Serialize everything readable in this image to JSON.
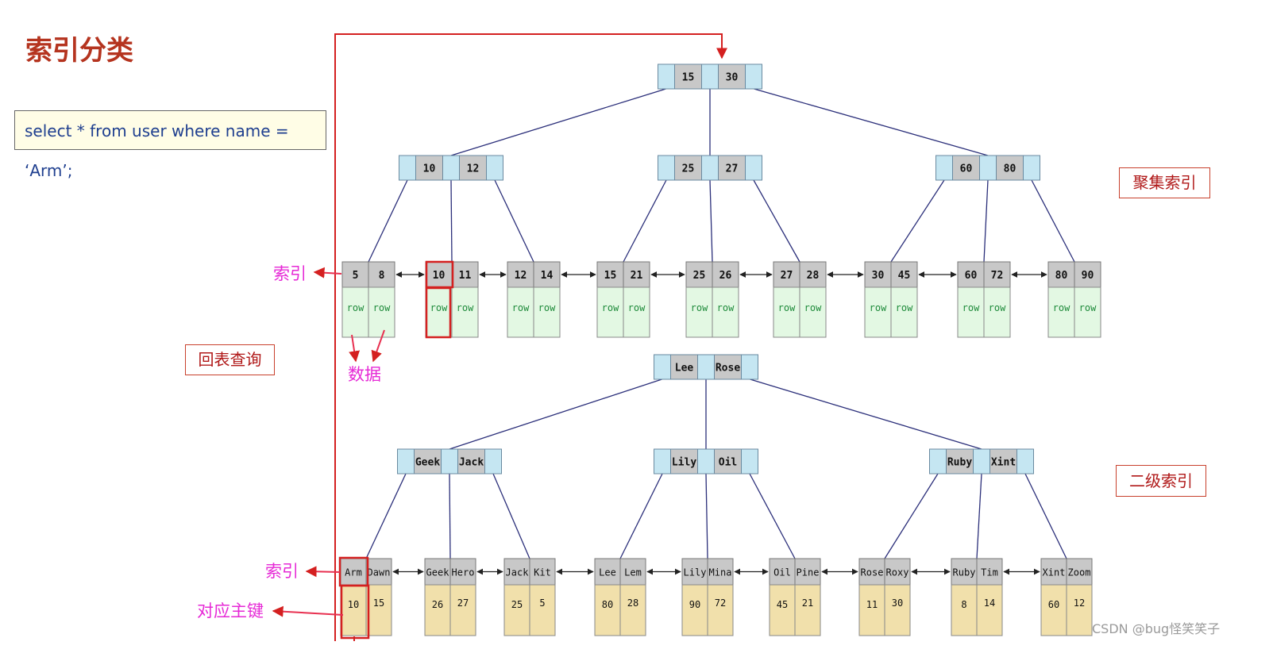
{
  "title": "索引分类",
  "query": "select * from user where name = ‘Arm’;",
  "labels": {
    "clustered": "聚集索引",
    "secondary": "二级索引",
    "lookup": "回表查询",
    "index_top": "索引",
    "data": "数据",
    "index_bottom": "索引",
    "primary_key": "对应主键"
  },
  "row_text": "row",
  "clustered_index": {
    "root": [
      "15",
      "30"
    ],
    "internal": [
      [
        "10",
        "12"
      ],
      [
        "25",
        "27"
      ],
      [
        "60",
        "80"
      ]
    ],
    "leaves": [
      [
        "5",
        "8"
      ],
      [
        "10",
        "11"
      ],
      [
        "12",
        "14"
      ],
      [
        "15",
        "21"
      ],
      [
        "25",
        "26"
      ],
      [
        "27",
        "28"
      ],
      [
        "30",
        "45"
      ],
      [
        "60",
        "72"
      ],
      [
        "80",
        "90"
      ]
    ]
  },
  "secondary_index": {
    "root": [
      "Lee",
      "Rose"
    ],
    "internal": [
      [
        "Geek",
        "Jack"
      ],
      [
        "Lily",
        "Oil"
      ],
      [
        "Ruby",
        "Xint"
      ]
    ],
    "leaves": [
      [
        "Arm",
        "Dawn"
      ],
      [
        "Geek",
        "Hero"
      ],
      [
        "Jack",
        "Kit"
      ],
      [
        "Lee",
        "Lem"
      ],
      [
        "Lily",
        "Mina"
      ],
      [
        "Oil",
        "Pine"
      ],
      [
        "Rose",
        "Roxy"
      ],
      [
        "Ruby",
        "Tim"
      ],
      [
        "Xint",
        "Zoom"
      ]
    ],
    "leaf_ids": [
      [
        "10",
        "15"
      ],
      [
        "26",
        "27"
      ],
      [
        "25",
        "5"
      ],
      [
        "80",
        "28"
      ],
      [
        "90",
        "72"
      ],
      [
        "45",
        "21"
      ],
      [
        "11",
        "30"
      ],
      [
        "8",
        "14"
      ],
      [
        "60",
        "12"
      ]
    ]
  },
  "watermark": "CSDN @bug怪笑笑子",
  "colors": {
    "highlight": "#d42020",
    "label_magenta": "#e629d6",
    "key_cell": "#c8c8c8",
    "pointer_cell": "#c5e6f2",
    "row_cell": "#e3f8e3",
    "id_cell": "#f1e0ab",
    "edge": "#2b2f7a"
  }
}
